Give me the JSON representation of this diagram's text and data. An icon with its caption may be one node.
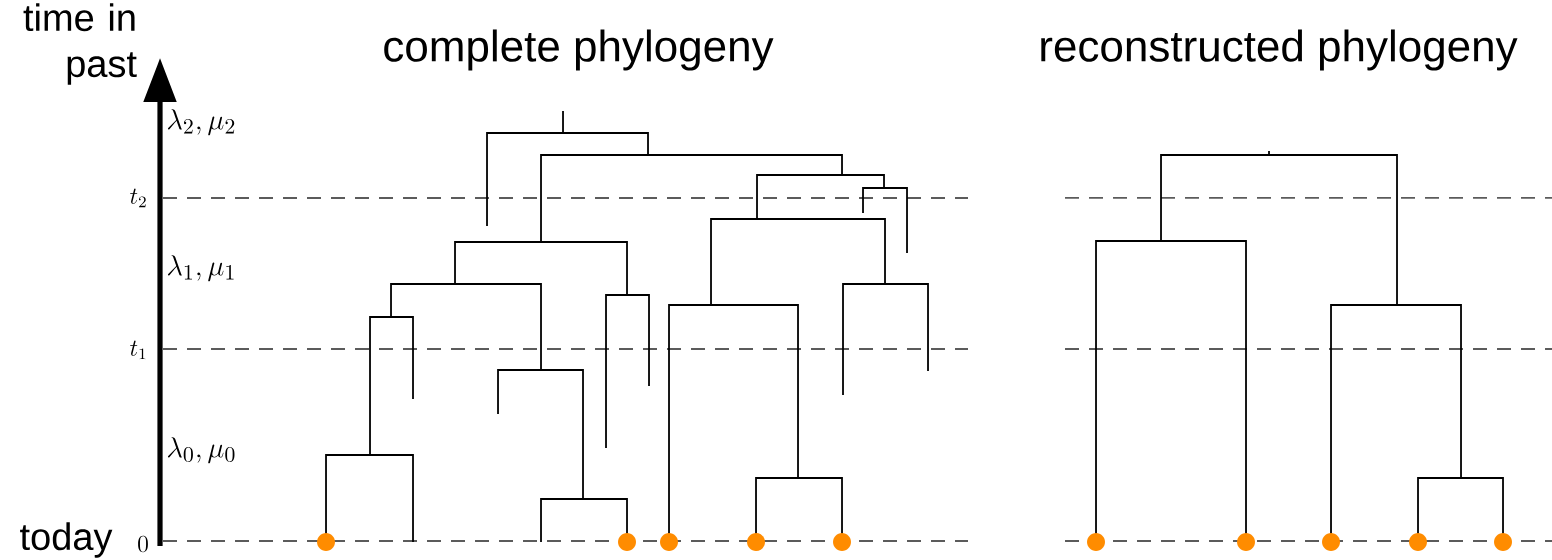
{
  "diagram": {
    "labels": [
      "time in past",
      "complete phylogeny",
      "reconstructed phylogeny",
      "\\lambda_2, \\mu_2",
      "t_2",
      "\\lambda_1, \\mu_1",
      "t_1",
      "\\lambda_0, \\mu_0",
      "today",
      "0"
    ]
  }
}
